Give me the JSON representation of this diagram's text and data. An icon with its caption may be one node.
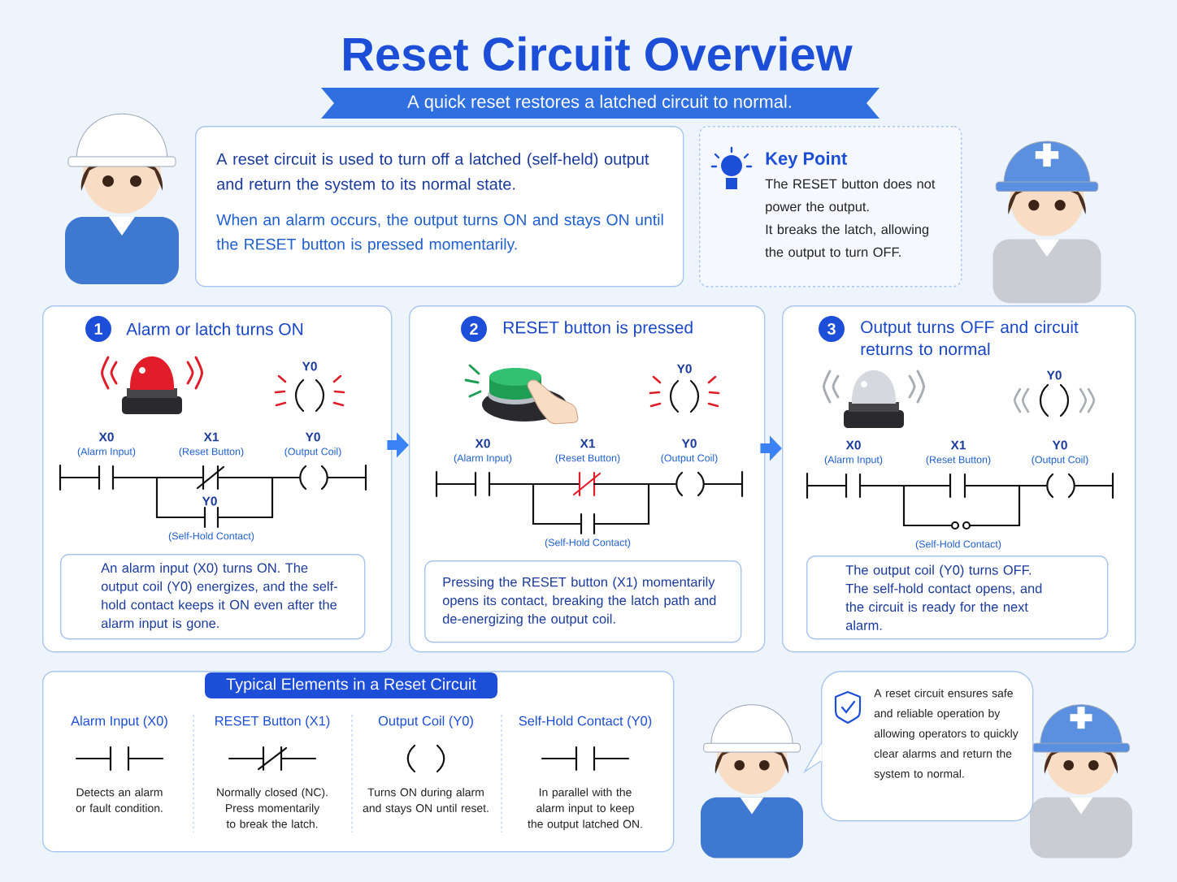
{
  "diagram": {
    "title": "Reset Circuit Overview",
    "nodes": [
      {
        "text": [
          "A reset circuit is used to turn off a latched (self-held) output and return the system to its normal state.",
          "When an alarm occurs, the output turns ON and stays ON until the RESET button is pressed momentarily."
        ]
      },
      {
        "text": [
          "Key Point",
          "The RESET button does not power the output.",
          "It breaks the latch, allowing the output to turn OFF."
        ]
      },
      {
        "text": [
          "1",
          "Alarm or latch turns ON"
        ]
      },
      {
        "text": [
          "An alarm input (X0) turns ON. The output coil (Y0) energizes, and the self-hold contact keeps it ON even after the alarm input is gone."
        ],
        "in": 2
      },
      {
        "text": [
          "2",
          "RESET button is pressed"
        ]
      },
      {
        "text": [
          "Pressing the RESET button (X1) momentarily opens its contact, breaking the latch path and de-energizing the output coil."
        ],
        "in": 4
      },
      {
        "text": [
          "3",
          "Output turns OFF and circuit returns to normal"
        ]
      },
      {
        "text": [
          "The output coil (Y0) turns OFF. The self-hold contact opens, and the circuit is ready for the next alarm."
        ],
        "in": 6
      },
      {
        "text": [
          "Typical Elements in a Reset Circuit"
        ]
      },
      {
        "text": [
          "A reset circuit ensures safe and reliable operation by allowing operators to quickly clear alarms and return the system to normal."
        ]
      }
    ],
    "edges": [
      {
        "from": 2,
        "to": 4,
        "arrow": "to"
      },
      {
        "from": 4,
        "to": 6,
        "arrow": "to"
      }
    ],
    "labels": [
      "A quick reset restores a latched circuit to normal.",
      "Y0",
      "X0",
      "(Alarm Input)",
      "X1",
      "(Reset Button)",
      "Y0",
      "(Output Coil)",
      "Y0",
      "(Self-Hold Contact)",
      "Y0",
      "X0",
      "(Alarm Input)",
      "X1",
      "(Reset Button)",
      "Y0",
      "(Output Coil)",
      "(Self-Hold Contact)",
      "Y0",
      "X0",
      "(Alarm Input)",
      "X1",
      "(Reset Button)",
      "Y0",
      "(Output Coil)",
      "(Self-Hold Contact)",
      "Alarm Input (X0)",
      "RESET Button (X1)",
      "Output Coil (Y0)",
      "Self-Hold Contact (Y0)",
      "Detects an alarm or fault condition.",
      "Normally closed (NC). Press momentarily to break the latch.",
      "Turns ON during alarm and stays ON until reset.",
      "In parallel with the alarm input to keep the output latched ON."
    ]
  }
}
